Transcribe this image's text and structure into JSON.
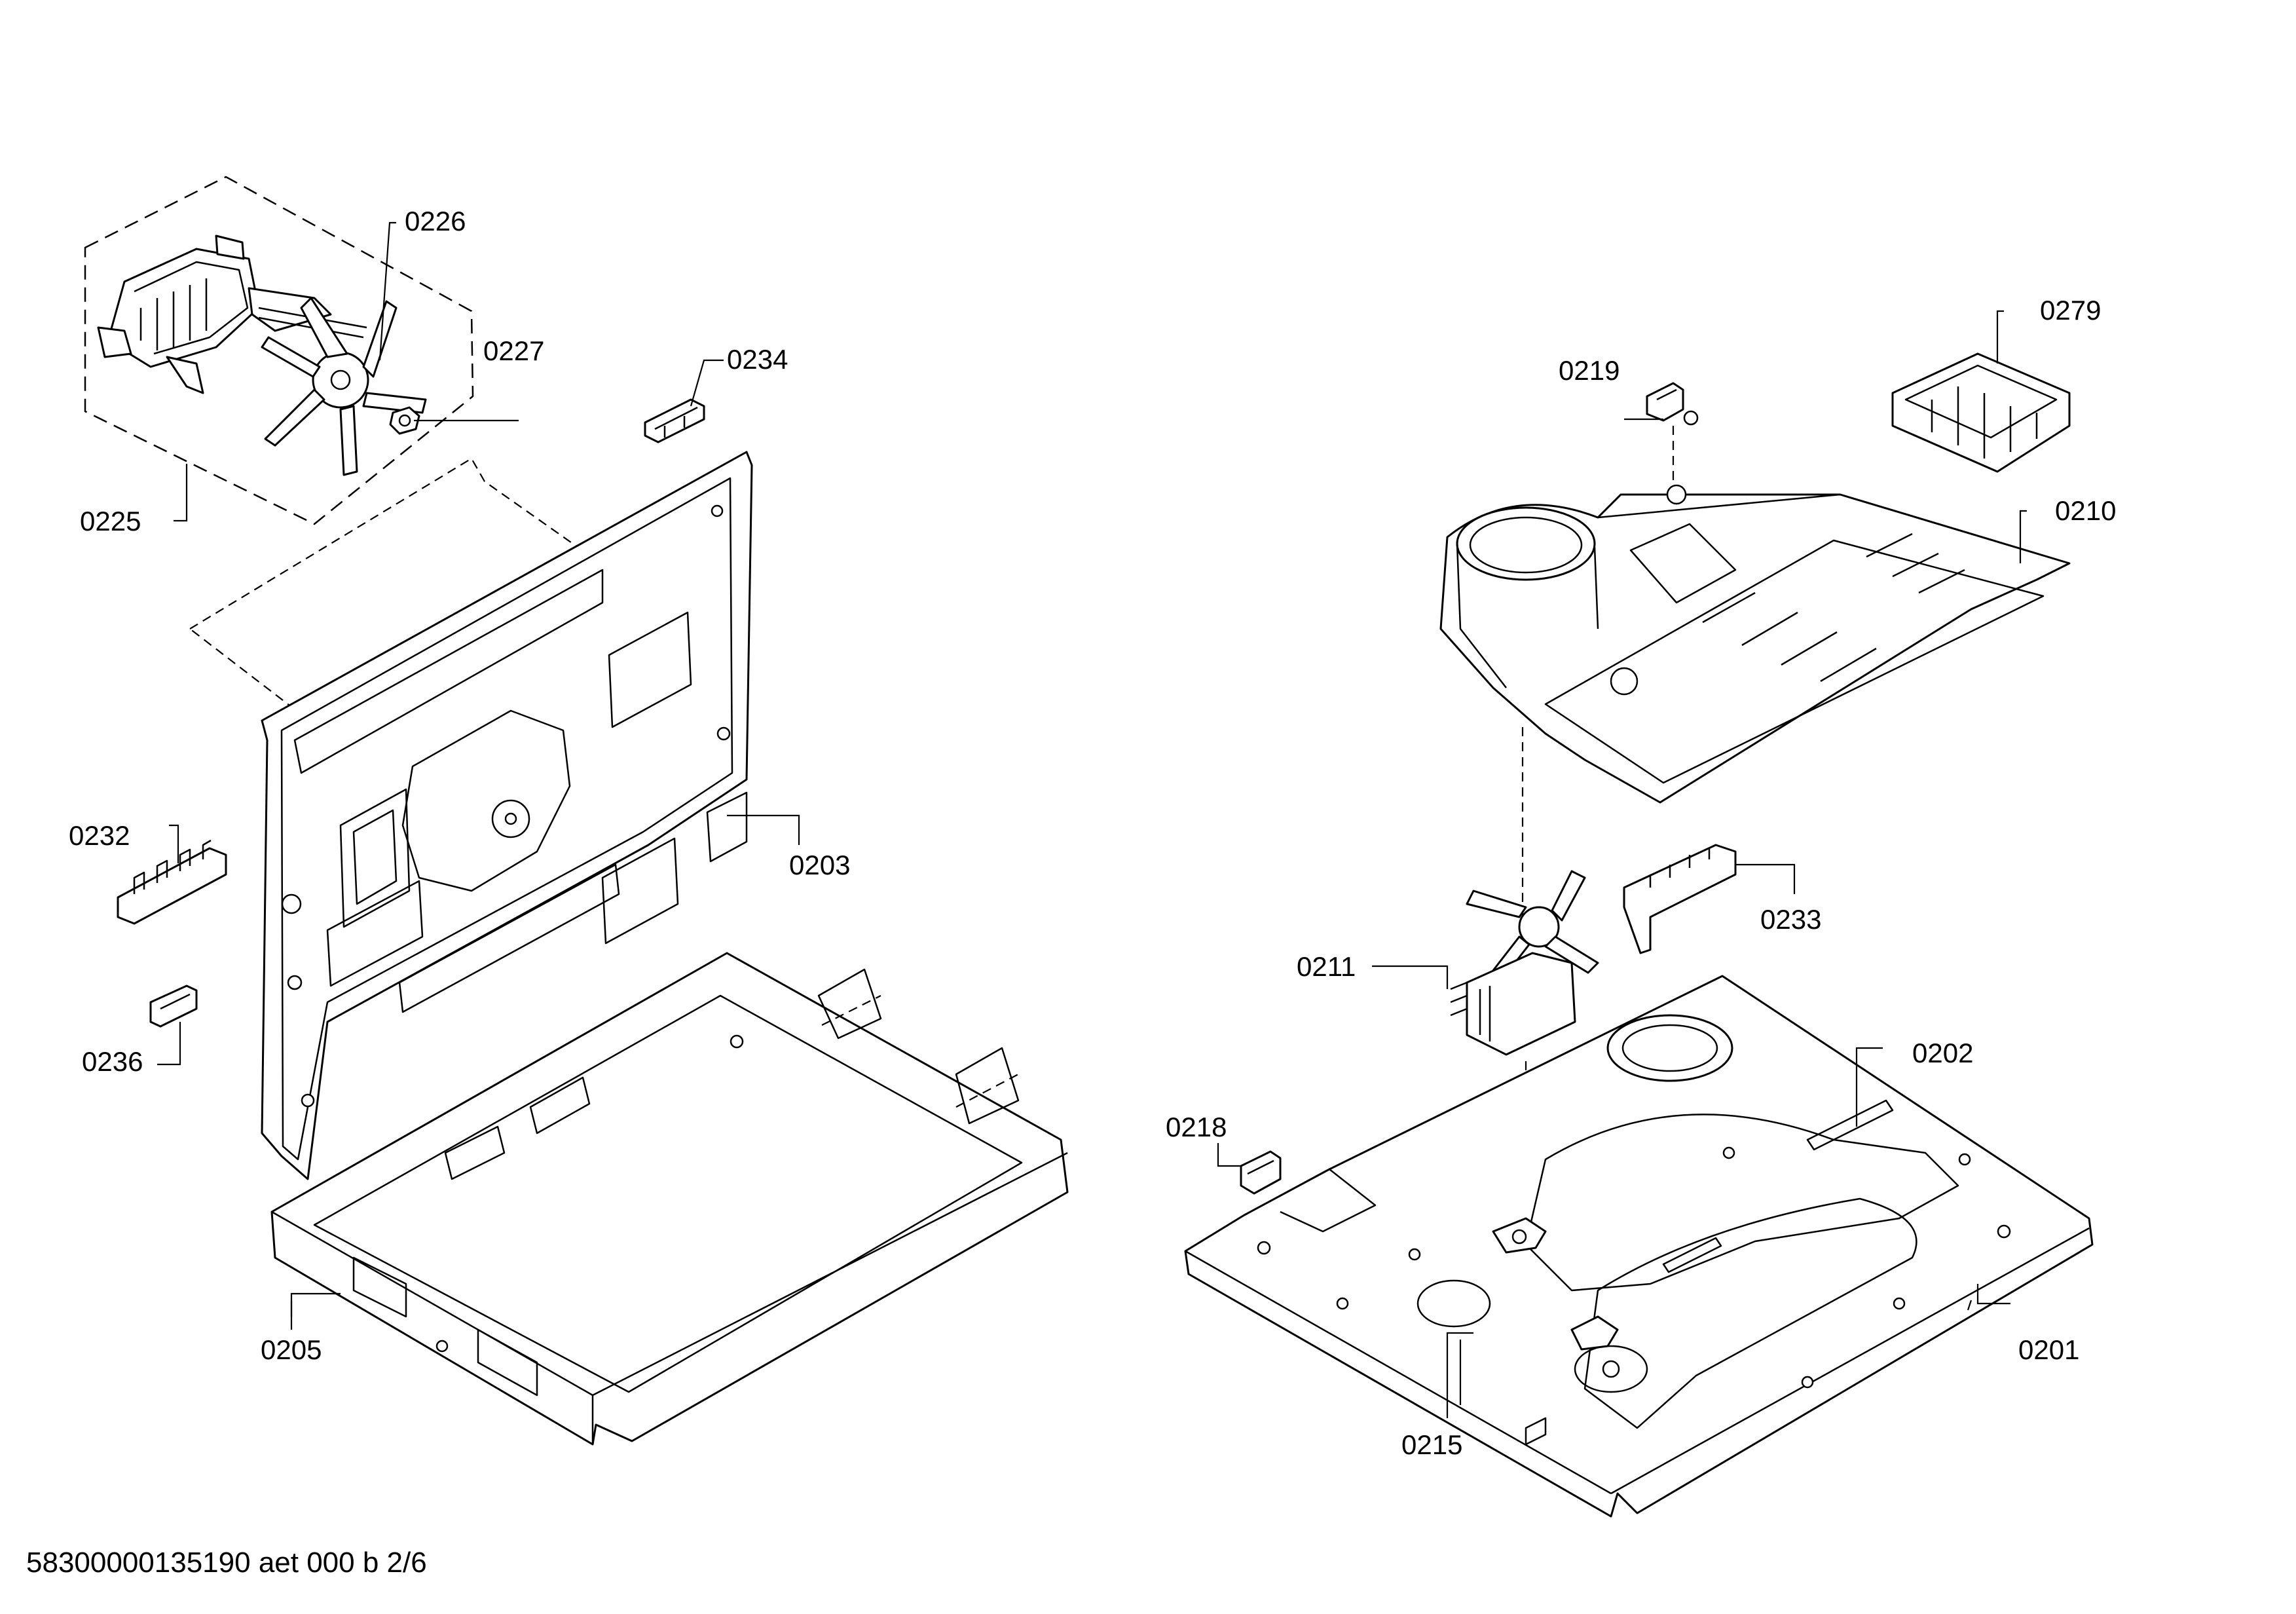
{
  "labels": {
    "p0201": "0201",
    "p0202": "0202",
    "p0203": "0203",
    "p0205": "0205",
    "p0210": "0210",
    "p0211": "0211",
    "p0215": "0215",
    "p0218": "0218",
    "p0219": "0219",
    "p0225": "0225",
    "p0226": "0226",
    "p0227": "0227",
    "p0232": "0232",
    "p0233": "0233",
    "p0234": "0234",
    "p0236": "0236",
    "p0279": "0279"
  },
  "footer": "58300000135190 aet 000 b 2/6"
}
